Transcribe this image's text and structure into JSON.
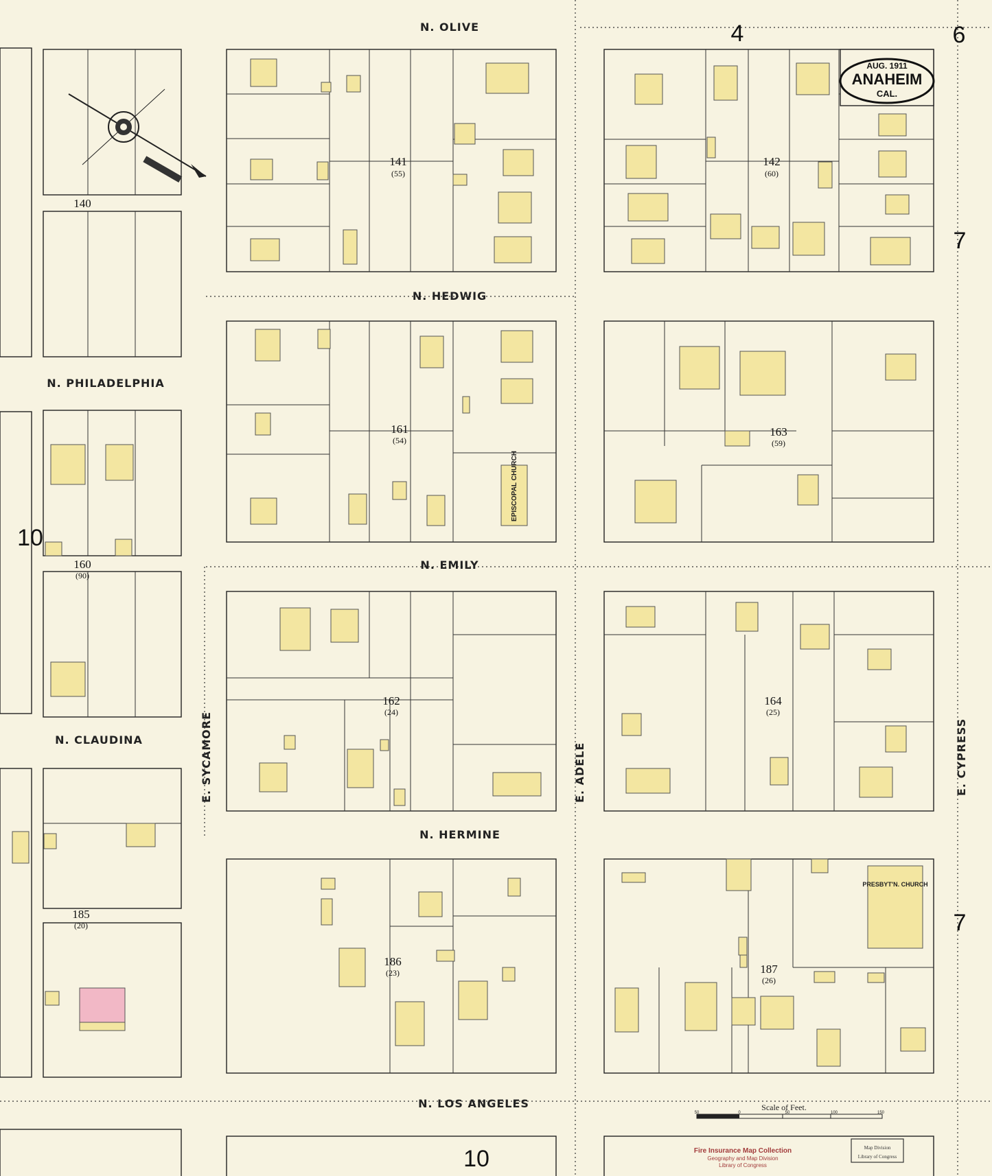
{
  "title": {
    "date": "AUG. 1911",
    "city": "ANAHEIM",
    "state": "CAL."
  },
  "sheet": {
    "number": "6",
    "adjacent_top": "4",
    "adjacent_bottom": "10",
    "adjacent_left": "10",
    "adjacent_right_upper": "7",
    "adjacent_right_lower": "7"
  },
  "streets": {
    "olive": "N. OLIVE",
    "hedwig": "N. HEDWIG",
    "emily": "N. EMILY",
    "hermine": "N. HERMINE",
    "los_angeles": "N. LOS ANGELES",
    "philadelphia": "N. PHILADELPHIA",
    "claudina": "N. CLAUDINA",
    "sycamore": "E. SYCAMORE",
    "adele": "E. ADELE",
    "cypress": "E. CYPRESS"
  },
  "blocks": [
    {
      "number": "140",
      "sub": ""
    },
    {
      "number": "141",
      "sub": "(55)"
    },
    {
      "number": "142",
      "sub": "(60)"
    },
    {
      "number": "160",
      "sub": "(90)"
    },
    {
      "number": "161",
      "sub": "(54)"
    },
    {
      "number": "162",
      "sub": "(24)"
    },
    {
      "number": "163",
      "sub": "(59)"
    },
    {
      "number": "164",
      "sub": "(25)"
    },
    {
      "number": "185",
      "sub": "(20)"
    },
    {
      "number": "186",
      "sub": "(23)"
    },
    {
      "number": "187",
      "sub": "(26)"
    }
  ],
  "churches": {
    "episcopal": "EPISCOPAL CHURCH",
    "presbyterian": "PRESBYT'N. CHURCH"
  },
  "scale": {
    "label": "Scale of Feet.",
    "ticks": [
      "50",
      "0",
      "50",
      "100",
      "150"
    ]
  },
  "stamps": {
    "collection_line1": "Fire Insurance Map Collection",
    "collection_line2": "Geography and Map Division",
    "collection_line3": "Library of Congress",
    "division_line1": "Map Division",
    "division_line2": "Library of Congress"
  },
  "colors": {
    "paper": "#f7f3e1",
    "frame_building": "#f3e6a1",
    "brick_building": "#f2b8c6"
  }
}
